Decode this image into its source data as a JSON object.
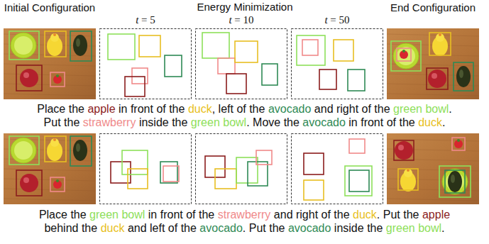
{
  "diagram": {
    "labels": [
      "Initial Configuration",
      "Energy Minimization",
      "t = 5",
      "t = 10",
      "t = 50",
      "End Configuration",
      "Place the apple in front of the duck, left of the avocado and right of the green bowl. Put the strawberry inside the green bowl. Move the avocado in front of the duck.",
      "Place the green bowl in front of the strawberry and right of the duck. Put the apple behind the duck and left of the avocado. Put the avocado inside the green bowl."
    ]
  }
}
